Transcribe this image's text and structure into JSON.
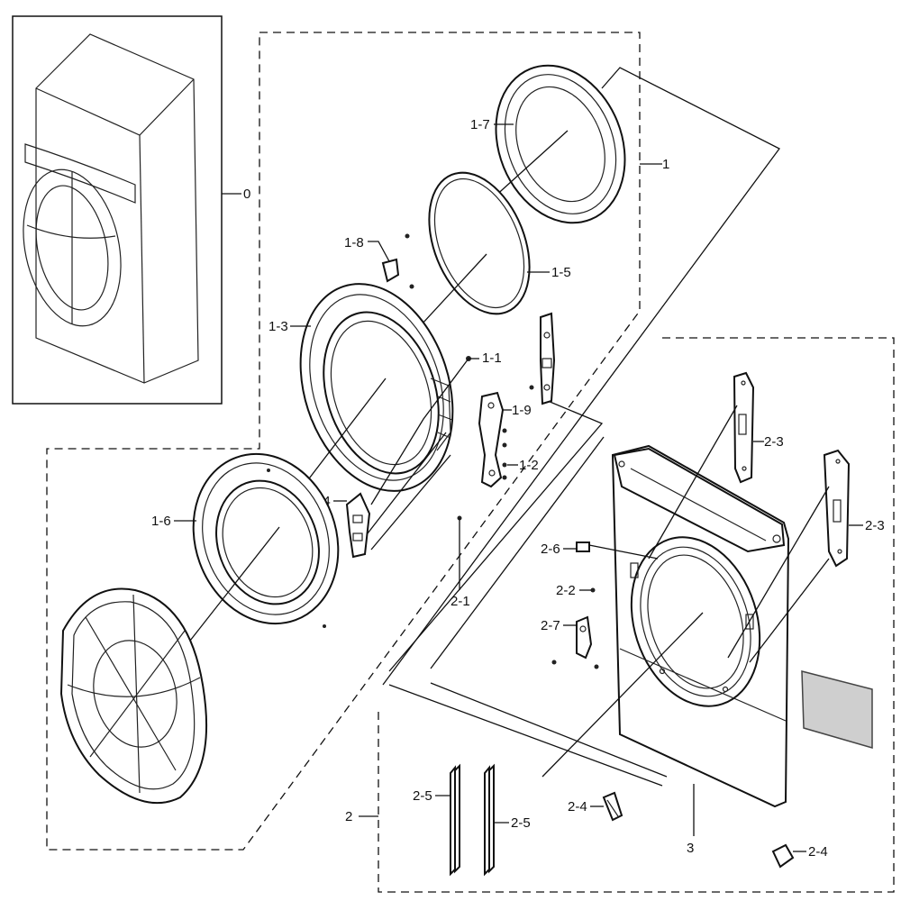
{
  "callouts": {
    "c0": "0",
    "c1": "1",
    "c1_1": "1-1",
    "c1_2": "1-2",
    "c1_3": "1-3",
    "c1_4": "1-4",
    "c1_5": "1-5",
    "c1_6": "1-6",
    "c1_7": "1-7",
    "c1_8": "1-8",
    "c1_9": "1-9",
    "c2": "2",
    "c2_1": "2-1",
    "c2_2": "2-2",
    "c2_3a": "2-3",
    "c2_3b": "2-3",
    "c2_4a": "2-4",
    "c2_4b": "2-4",
    "c2_5a": "2-5",
    "c2_5b": "2-5",
    "c2_6": "2-6",
    "c2_7": "2-7",
    "c3": "3"
  }
}
